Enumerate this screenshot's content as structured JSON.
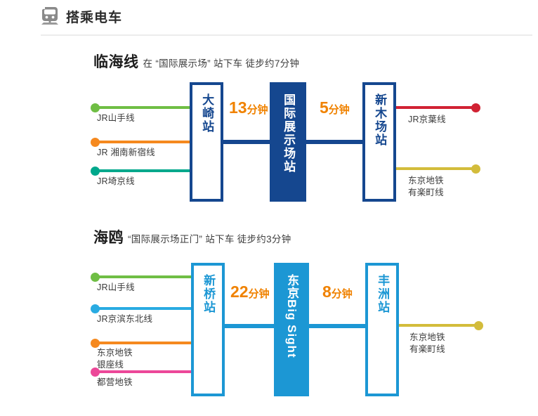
{
  "header": {
    "icon": "train-icon",
    "title": "搭乘电车"
  },
  "sections": [
    {
      "id": "rinkai",
      "name": "临海线",
      "note": "在 “国际展示场” 站下车 徒步约7分钟",
      "theme_color": "#15478F",
      "stations": [
        {
          "id": "osaki",
          "label": "大崎站",
          "filled": false
        },
        {
          "id": "kokusai",
          "label": "国际展示场站",
          "filled": true
        },
        {
          "id": "shinkiba",
          "label": "新木场站",
          "filled": false
        }
      ],
      "times": [
        {
          "num": "13",
          "unit": "分钟"
        },
        {
          "num": "5",
          "unit": "分钟"
        }
      ],
      "left_lines": [
        {
          "label": "JR山手线",
          "color": "#6FBE44"
        },
        {
          "label": "JR 湘南新宿线",
          "color": "#F5891F"
        },
        {
          "label": "JR埼京线",
          "color": "#00A88C"
        }
      ],
      "right_lines": [
        {
          "label": "JR京葉线",
          "color": "#D12233"
        },
        {
          "label": "东京地铁\n有楽町线",
          "color": "#D3BC3B"
        }
      ]
    },
    {
      "id": "yurikamome",
      "name": "海鸥",
      "note": "“国际展示场正门” 站下车 徒步约3分钟",
      "theme_color": "#1C97D4",
      "stations": [
        {
          "id": "shinbashi",
          "label": "新桥站",
          "filled": false
        },
        {
          "id": "bigsight",
          "label": "东京Big Sight",
          "filled": true,
          "latin": true
        },
        {
          "id": "toyosu",
          "label": "丰洲站",
          "filled": false
        }
      ],
      "times": [
        {
          "num": "22",
          "unit": "分钟"
        },
        {
          "num": "8",
          "unit": "分钟"
        }
      ],
      "left_lines": [
        {
          "label": "JR山手线",
          "color": "#6FBE44"
        },
        {
          "label": "JR京滨东北线",
          "color": "#29ABE2"
        },
        {
          "label": "东京地铁\n银座线",
          "color": "#F5891F"
        },
        {
          "label": "都营地铁",
          "color": "#EC4899"
        }
      ],
      "right_lines": [
        {
          "label": "东京地铁\n有楽町线",
          "color": "#D3BC3B"
        }
      ]
    }
  ],
  "colors": {
    "rinkai_blue": "#15478F",
    "yurikamome_blue": "#1C97D4",
    "time_orange": "#F08200",
    "divider_gray": "#ececec"
  }
}
